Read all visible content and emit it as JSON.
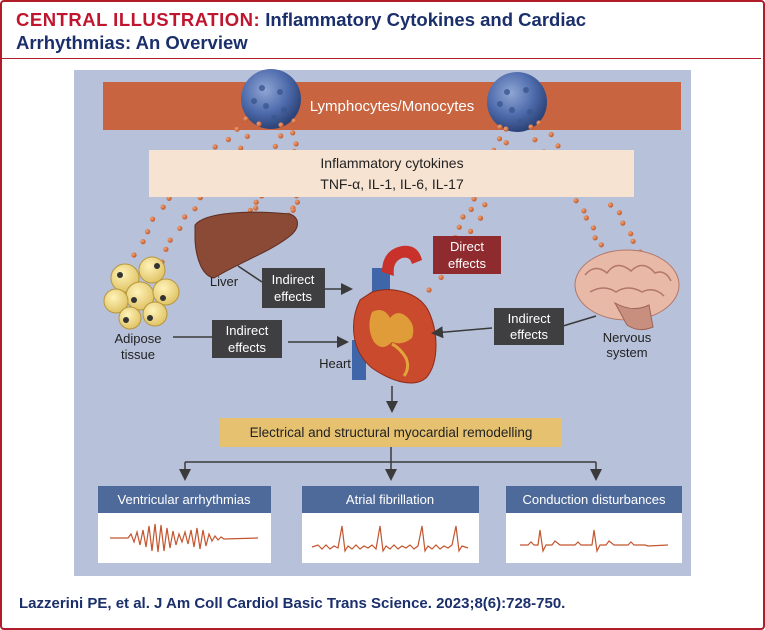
{
  "header": {
    "label": "CENTRAL ILLUSTRATION:",
    "title_line1": "Inflammatory Cytokines and Cardiac",
    "title_line2": "Arrhythmias: An Overview"
  },
  "diagram": {
    "source_banner": "Lymphocytes/Monocytes",
    "cytokine_title": "Inflammatory cytokines",
    "cytokine_list": "TNF-α, IL-1, IL-6, IL-17",
    "organs": {
      "adipose_line1": "Adipose",
      "adipose_line2": "tissue",
      "liver": "Liver",
      "heart": "Heart",
      "nervous_line1": "Nervous",
      "nervous_line2": "system"
    },
    "effects": {
      "liver_line1": "Indirect",
      "liver_line2": "effects",
      "adipose_line1": "Indirect",
      "adipose_line2": "effects",
      "nervous_line1": "Indirect",
      "nervous_line2": "effects",
      "direct_line1": "Direct",
      "direct_line2": "effects"
    },
    "remodelling": "Electrical and structural myocardial remodelling",
    "outcomes": [
      {
        "label": "Ventricular arrhythmias"
      },
      {
        "label": "Atrial fibrillation"
      },
      {
        "label": "Conduction disturbances"
      }
    ]
  },
  "colors": {
    "brand_red": "#c0152f",
    "title_navy": "#1a2f6b",
    "panel_bg": "#b7c1d9",
    "banner_orange": "#c8643f",
    "cytokine_box": "#f7e3d2",
    "effect_dark": "#3f3f41",
    "effect_direct": "#8f2a2f",
    "remodel_gold": "#e6c270",
    "outcome_header": "#4e6a9b",
    "ecg_trace": "#c4552e"
  },
  "citation": "Lazzerini PE, et al. J Am Coll Cardiol Basic Trans Science. 2023;8(6):728-750."
}
